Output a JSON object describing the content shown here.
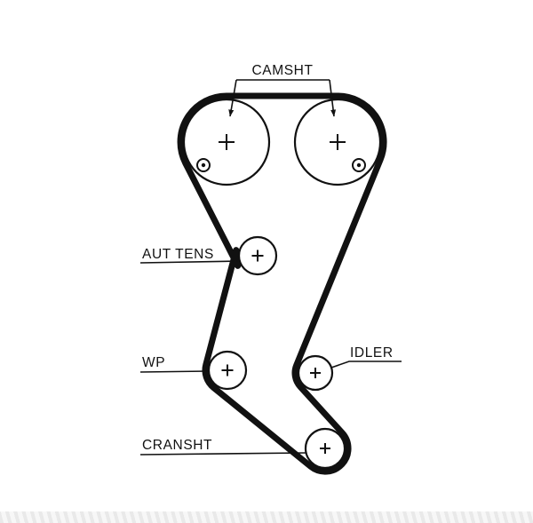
{
  "theme": {
    "bg_color": "#ffffff",
    "line_color": "#111111",
    "watermark_a": "#e9e9e9",
    "watermark_b": "#f7f7f7"
  },
  "diagram": {
    "labels": {
      "camshaft": "CAMSHT",
      "tensioner": "AUT TENS",
      "water_pump": "WP",
      "idler": "IDLER",
      "crankshaft": "CRANSHT"
    }
  }
}
